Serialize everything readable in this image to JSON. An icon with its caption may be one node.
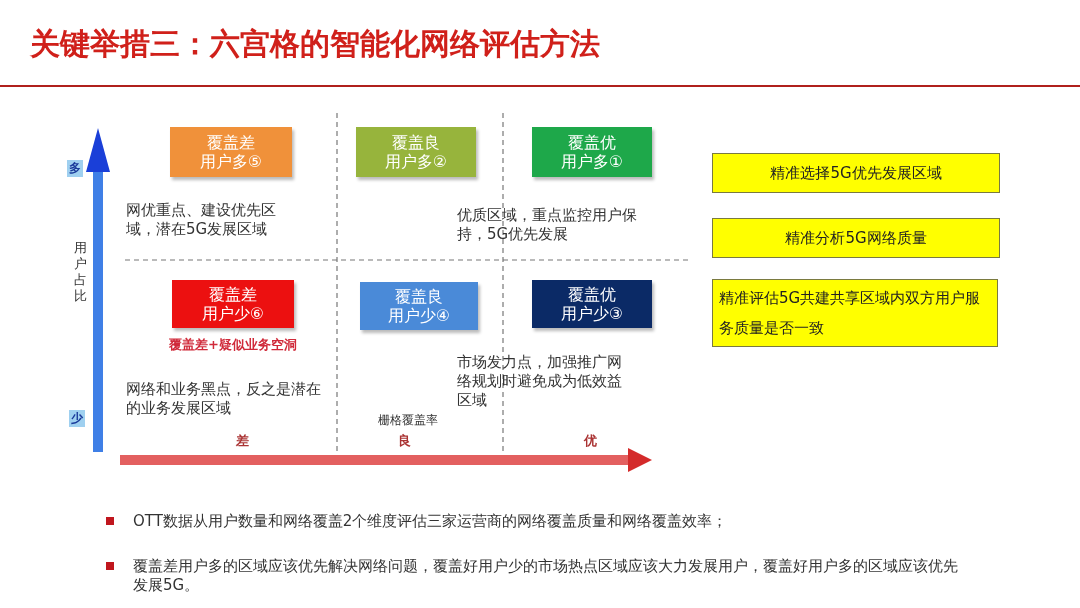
{
  "diagram": {
    "title": "关键举措三：六宫格的智能化网络评估方法",
    "nodes": [
      {
        "text": [
          "覆盖差",
          "用户多⑤"
        ]
      },
      {
        "text": [
          "覆盖良",
          "用户多②"
        ]
      },
      {
        "text": [
          "覆盖优",
          "用户多①"
        ]
      },
      {
        "text": [
          "覆盖差",
          "用户少⑥"
        ],
        "beside": [
          "覆盖差+疑似业务空洞"
        ]
      },
      {
        "text": [
          "覆盖良",
          "用户少④"
        ]
      },
      {
        "text": [
          "覆盖优",
          "用户少③"
        ]
      },
      {
        "text": [
          "精准选择5G优先发展区域"
        ]
      },
      {
        "text": [
          "精准分析5G网络质量"
        ]
      },
      {
        "text": [
          "精准评估5G共建共享区域内双方用户服务质量是否一致"
        ]
      }
    ],
    "edges": [],
    "labels": [
      "多",
      "网优重点、建设优先区域，潜在5G发展区域",
      "优质区域，重点监控用户保持，5G优先发展",
      "用户占比",
      "市场发力点，加强推广网络规划时避免成为低效益区域",
      "网络和业务黑点，反之是潜在的业务发展区域",
      "少",
      "栅格覆盖率",
      "差",
      "良",
      "优",
      "OTT数据从用户数量和网络覆盖2个维度评估三家运营商的网络覆盖质量和网络覆盖效率；",
      "覆盖差用户多的区域应该优先解决网络问题，覆盖好用户少的市场热点区域应该大力发展用户，覆盖好用户多的区域应该优先发展5G。"
    ]
  }
}
